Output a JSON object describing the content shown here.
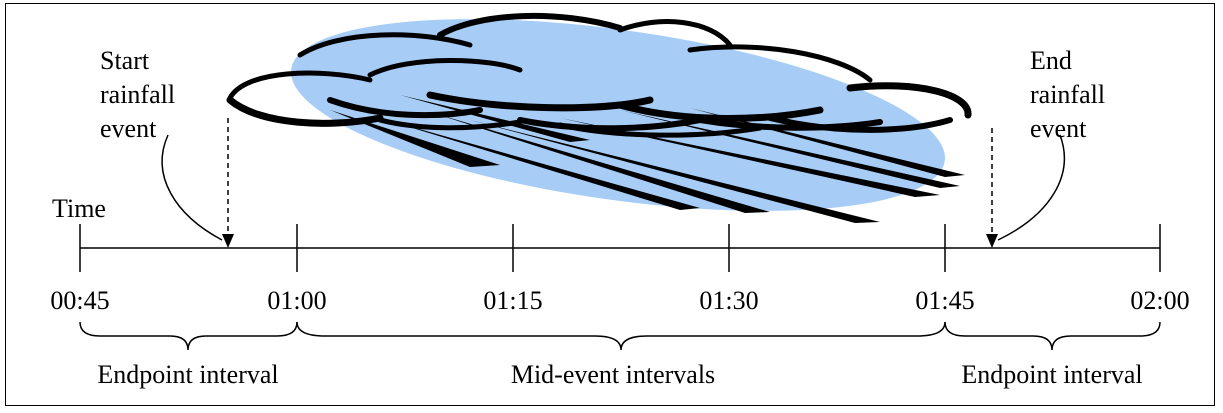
{
  "axis": {
    "label": "Time",
    "ticks": [
      "00:45",
      "01:00",
      "01:15",
      "01:30",
      "01:45",
      "02:00"
    ]
  },
  "events": {
    "start": [
      "Start",
      "rainfall",
      "event"
    ],
    "end": [
      "End",
      "rainfall",
      "event"
    ]
  },
  "intervals": [
    {
      "label": "Endpoint interval",
      "from": "00:45",
      "to": "01:00"
    },
    {
      "label": "Mid-event intervals",
      "from": "01:00",
      "to": "01:45"
    },
    {
      "label": "Endpoint interval",
      "from": "01:45",
      "to": "02:00"
    }
  ],
  "colors": {
    "cloud_fill": "#a7cdf7",
    "ink": "#000000"
  }
}
